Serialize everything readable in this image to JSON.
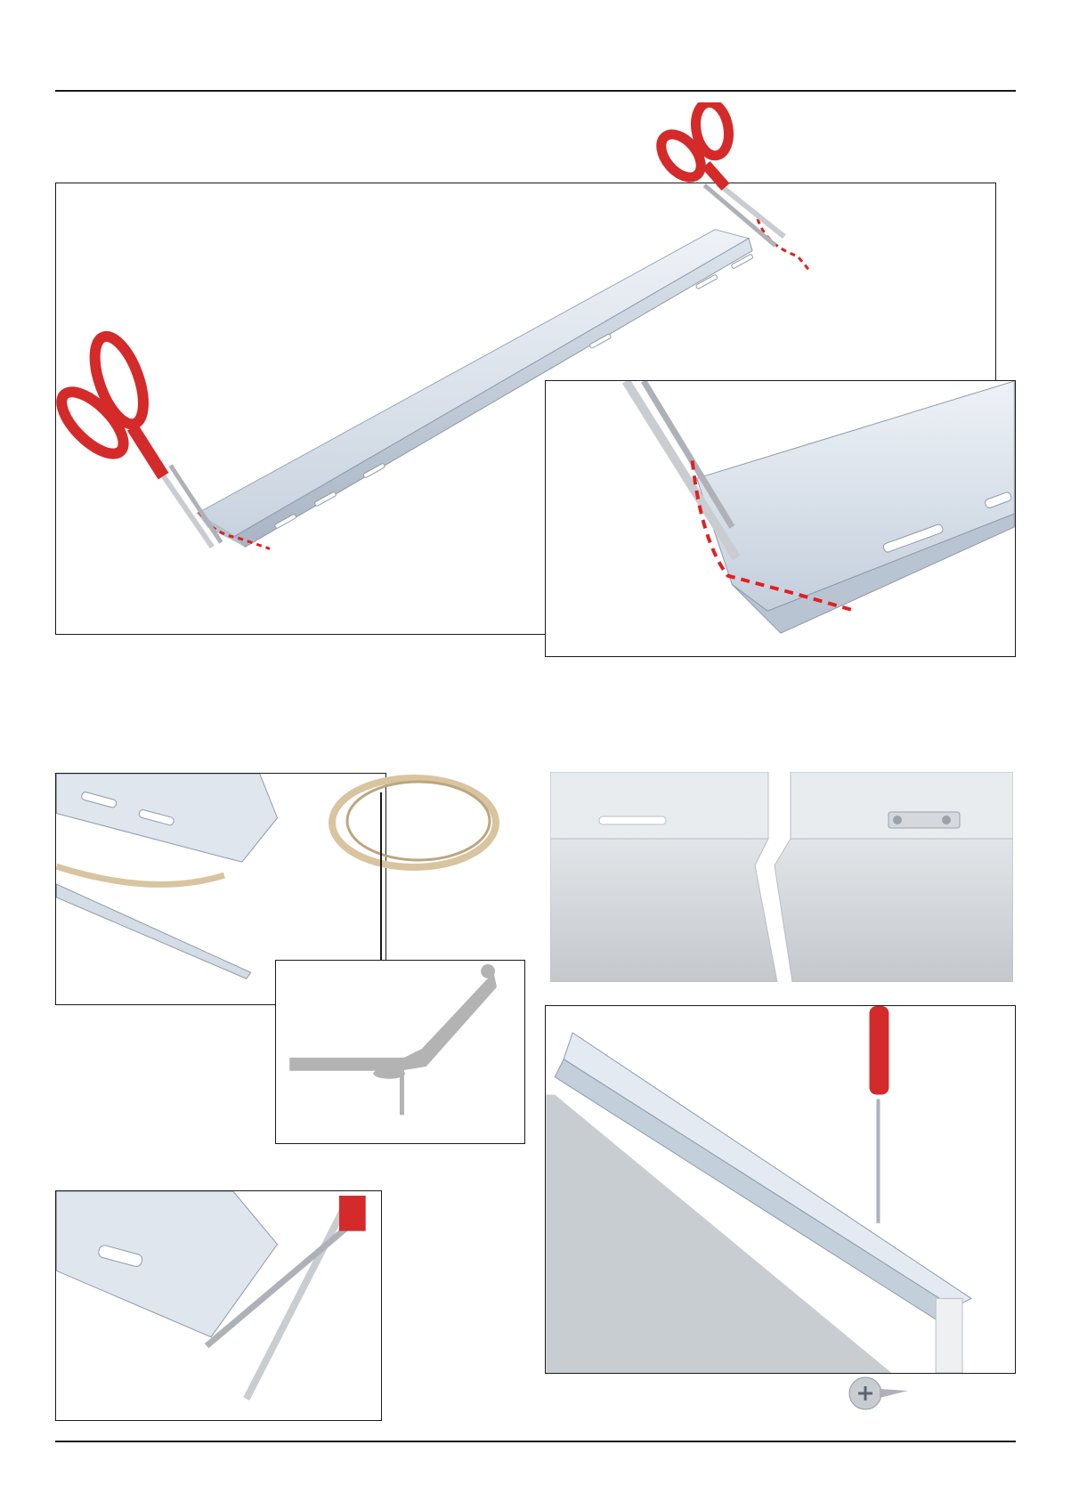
{
  "document": {
    "type": "assembly-instruction-page",
    "text": []
  },
  "colors": {
    "rule": "#1a1a1a",
    "frame_border": "#1a1a1a",
    "profile_light": "#e4eaf1",
    "profile_mid": "#c4cfdc",
    "profile_dark": "#8e9aab",
    "cut_line": "#e02020",
    "handle_red": "#d42a2a",
    "blade_steel": "#c9ccd1",
    "tape_tan": "#d9c4a0",
    "section_grey": "#b3b3b3",
    "panel_grey": "#d6d9dc",
    "glass_grey": "#c8cdd2"
  },
  "illustrations": [
    {
      "id": "main-cut",
      "icon": "scissors-cutting-profile-ends"
    },
    {
      "id": "cut-detail",
      "icon": "scissors-cut-detail-inset"
    },
    {
      "id": "seal-tape",
      "icon": "seal-tape-roll-and-profile"
    },
    {
      "id": "cross-section",
      "icon": "profile-cross-section"
    },
    {
      "id": "joint-view",
      "icon": "profile-joint-split-view"
    },
    {
      "id": "trim-end",
      "icon": "scissors-trim-profile-end"
    },
    {
      "id": "screw-mount",
      "icon": "screwdriver-fixing-profile"
    }
  ]
}
